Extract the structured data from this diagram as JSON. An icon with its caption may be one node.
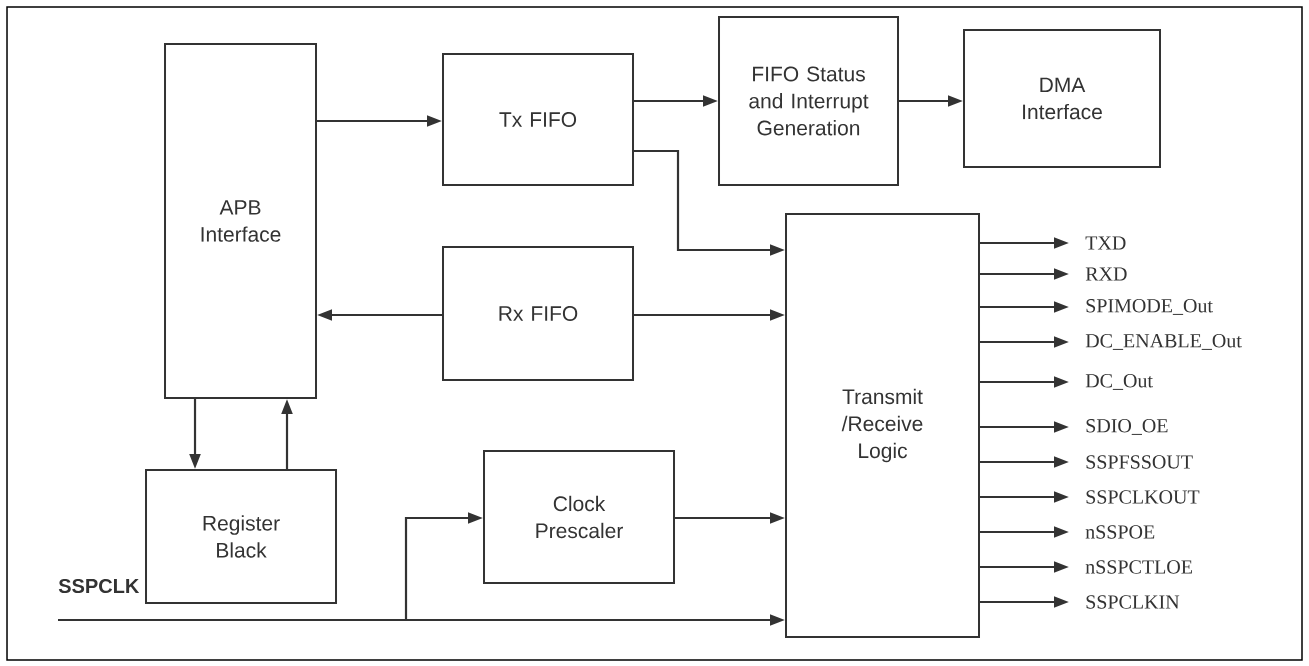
{
  "diagram": {
    "nodes": [
      {
        "text": [
          "APB Interface"
        ]
      },
      {
        "text": [
          "Tx FIFO"
        ]
      },
      {
        "text": [
          "FIFO Status and Interrupt Generation"
        ]
      },
      {
        "text": [
          "DMA Interface"
        ]
      },
      {
        "text": [
          "Rx FIFO"
        ]
      },
      {
        "text": [
          "Register Black"
        ]
      },
      {
        "text": [
          "Clock Prescaler"
        ]
      },
      {
        "text": [
          "Transmit /Receive Logic"
        ]
      },
      {
        "text": [
          "SSPCLK"
        ]
      },
      {
        "text": [
          "TXD"
        ]
      },
      {
        "text": [
          "RXD"
        ]
      },
      {
        "text": [
          "SPIMODE_Out"
        ]
      },
      {
        "text": [
          "DC_ENABLE_Out"
        ]
      },
      {
        "text": [
          "DC_Out"
        ]
      },
      {
        "text": [
          "SDIO_OE"
        ]
      },
      {
        "text": [
          "SSPFSSOUT"
        ]
      },
      {
        "text": [
          "SSPCLKOUT"
        ]
      },
      {
        "text": [
          "nSSPOE"
        ]
      },
      {
        "text": [
          "nSSPCTLOE"
        ]
      },
      {
        "text": [
          "SSPCLKIN"
        ]
      }
    ],
    "edges": [
      {
        "from": 0,
        "to": 1,
        "arrow": "to"
      },
      {
        "from": 1,
        "to": 2,
        "arrow": "to"
      },
      {
        "from": 2,
        "to": 3,
        "arrow": "to"
      },
      {
        "from": 1,
        "to": 7,
        "arrow": "to"
      },
      {
        "from": 4,
        "to": 0,
        "arrow": "to"
      },
      {
        "from": 4,
        "to": 7,
        "arrow": "to"
      },
      {
        "from": 0,
        "to": 5,
        "arrow": "to"
      },
      {
        "from": 5,
        "to": 0,
        "arrow": "to"
      },
      {
        "from": 8,
        "to": 6,
        "arrow": "to"
      },
      {
        "from": 8,
        "to": 7,
        "arrow": "to"
      },
      {
        "from": 6,
        "to": 7,
        "arrow": "to"
      },
      {
        "from": 7,
        "to": 9,
        "arrow": "to"
      },
      {
        "from": 7,
        "to": 10,
        "arrow": "to"
      },
      {
        "from": 7,
        "to": 11,
        "arrow": "to"
      },
      {
        "from": 7,
        "to": 12,
        "arrow": "to"
      },
      {
        "from": 7,
        "to": 13,
        "arrow": "to"
      },
      {
        "from": 7,
        "to": 14,
        "arrow": "to"
      },
      {
        "from": 7,
        "to": 15,
        "arrow": "to"
      },
      {
        "from": 7,
        "to": 16,
        "arrow": "to"
      },
      {
        "from": 7,
        "to": 17,
        "arrow": "to"
      },
      {
        "from": 7,
        "to": 18,
        "arrow": "to"
      },
      {
        "from": 7,
        "to": 19,
        "arrow": "to"
      }
    ]
  }
}
